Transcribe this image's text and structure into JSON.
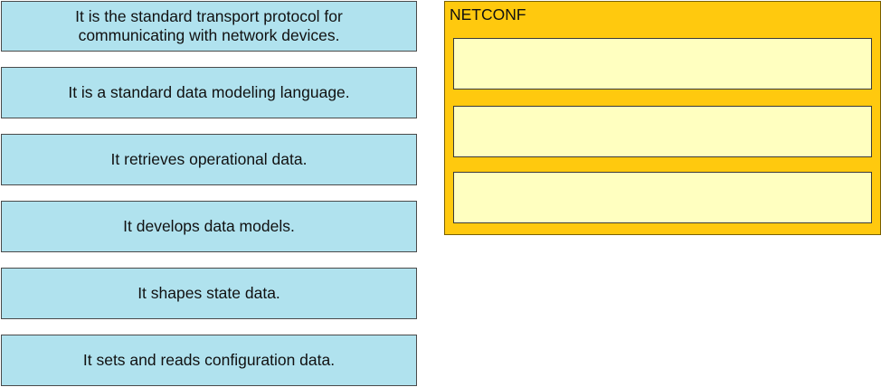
{
  "options": [
    {
      "label": "It is the standard transport protocol for communicating with network devices."
    },
    {
      "label": "It is a standard data modeling language."
    },
    {
      "label": "It retrieves operational data."
    },
    {
      "label": "It develops data models."
    },
    {
      "label": "It shapes state data."
    },
    {
      "label": "It sets and reads configuration data."
    }
  ],
  "target": {
    "title": "NETCONF",
    "slots": 3
  },
  "colors": {
    "option_bg": "#b0e2ee",
    "target_bg": "#ffc90e",
    "slot_bg": "#ffffc0"
  }
}
